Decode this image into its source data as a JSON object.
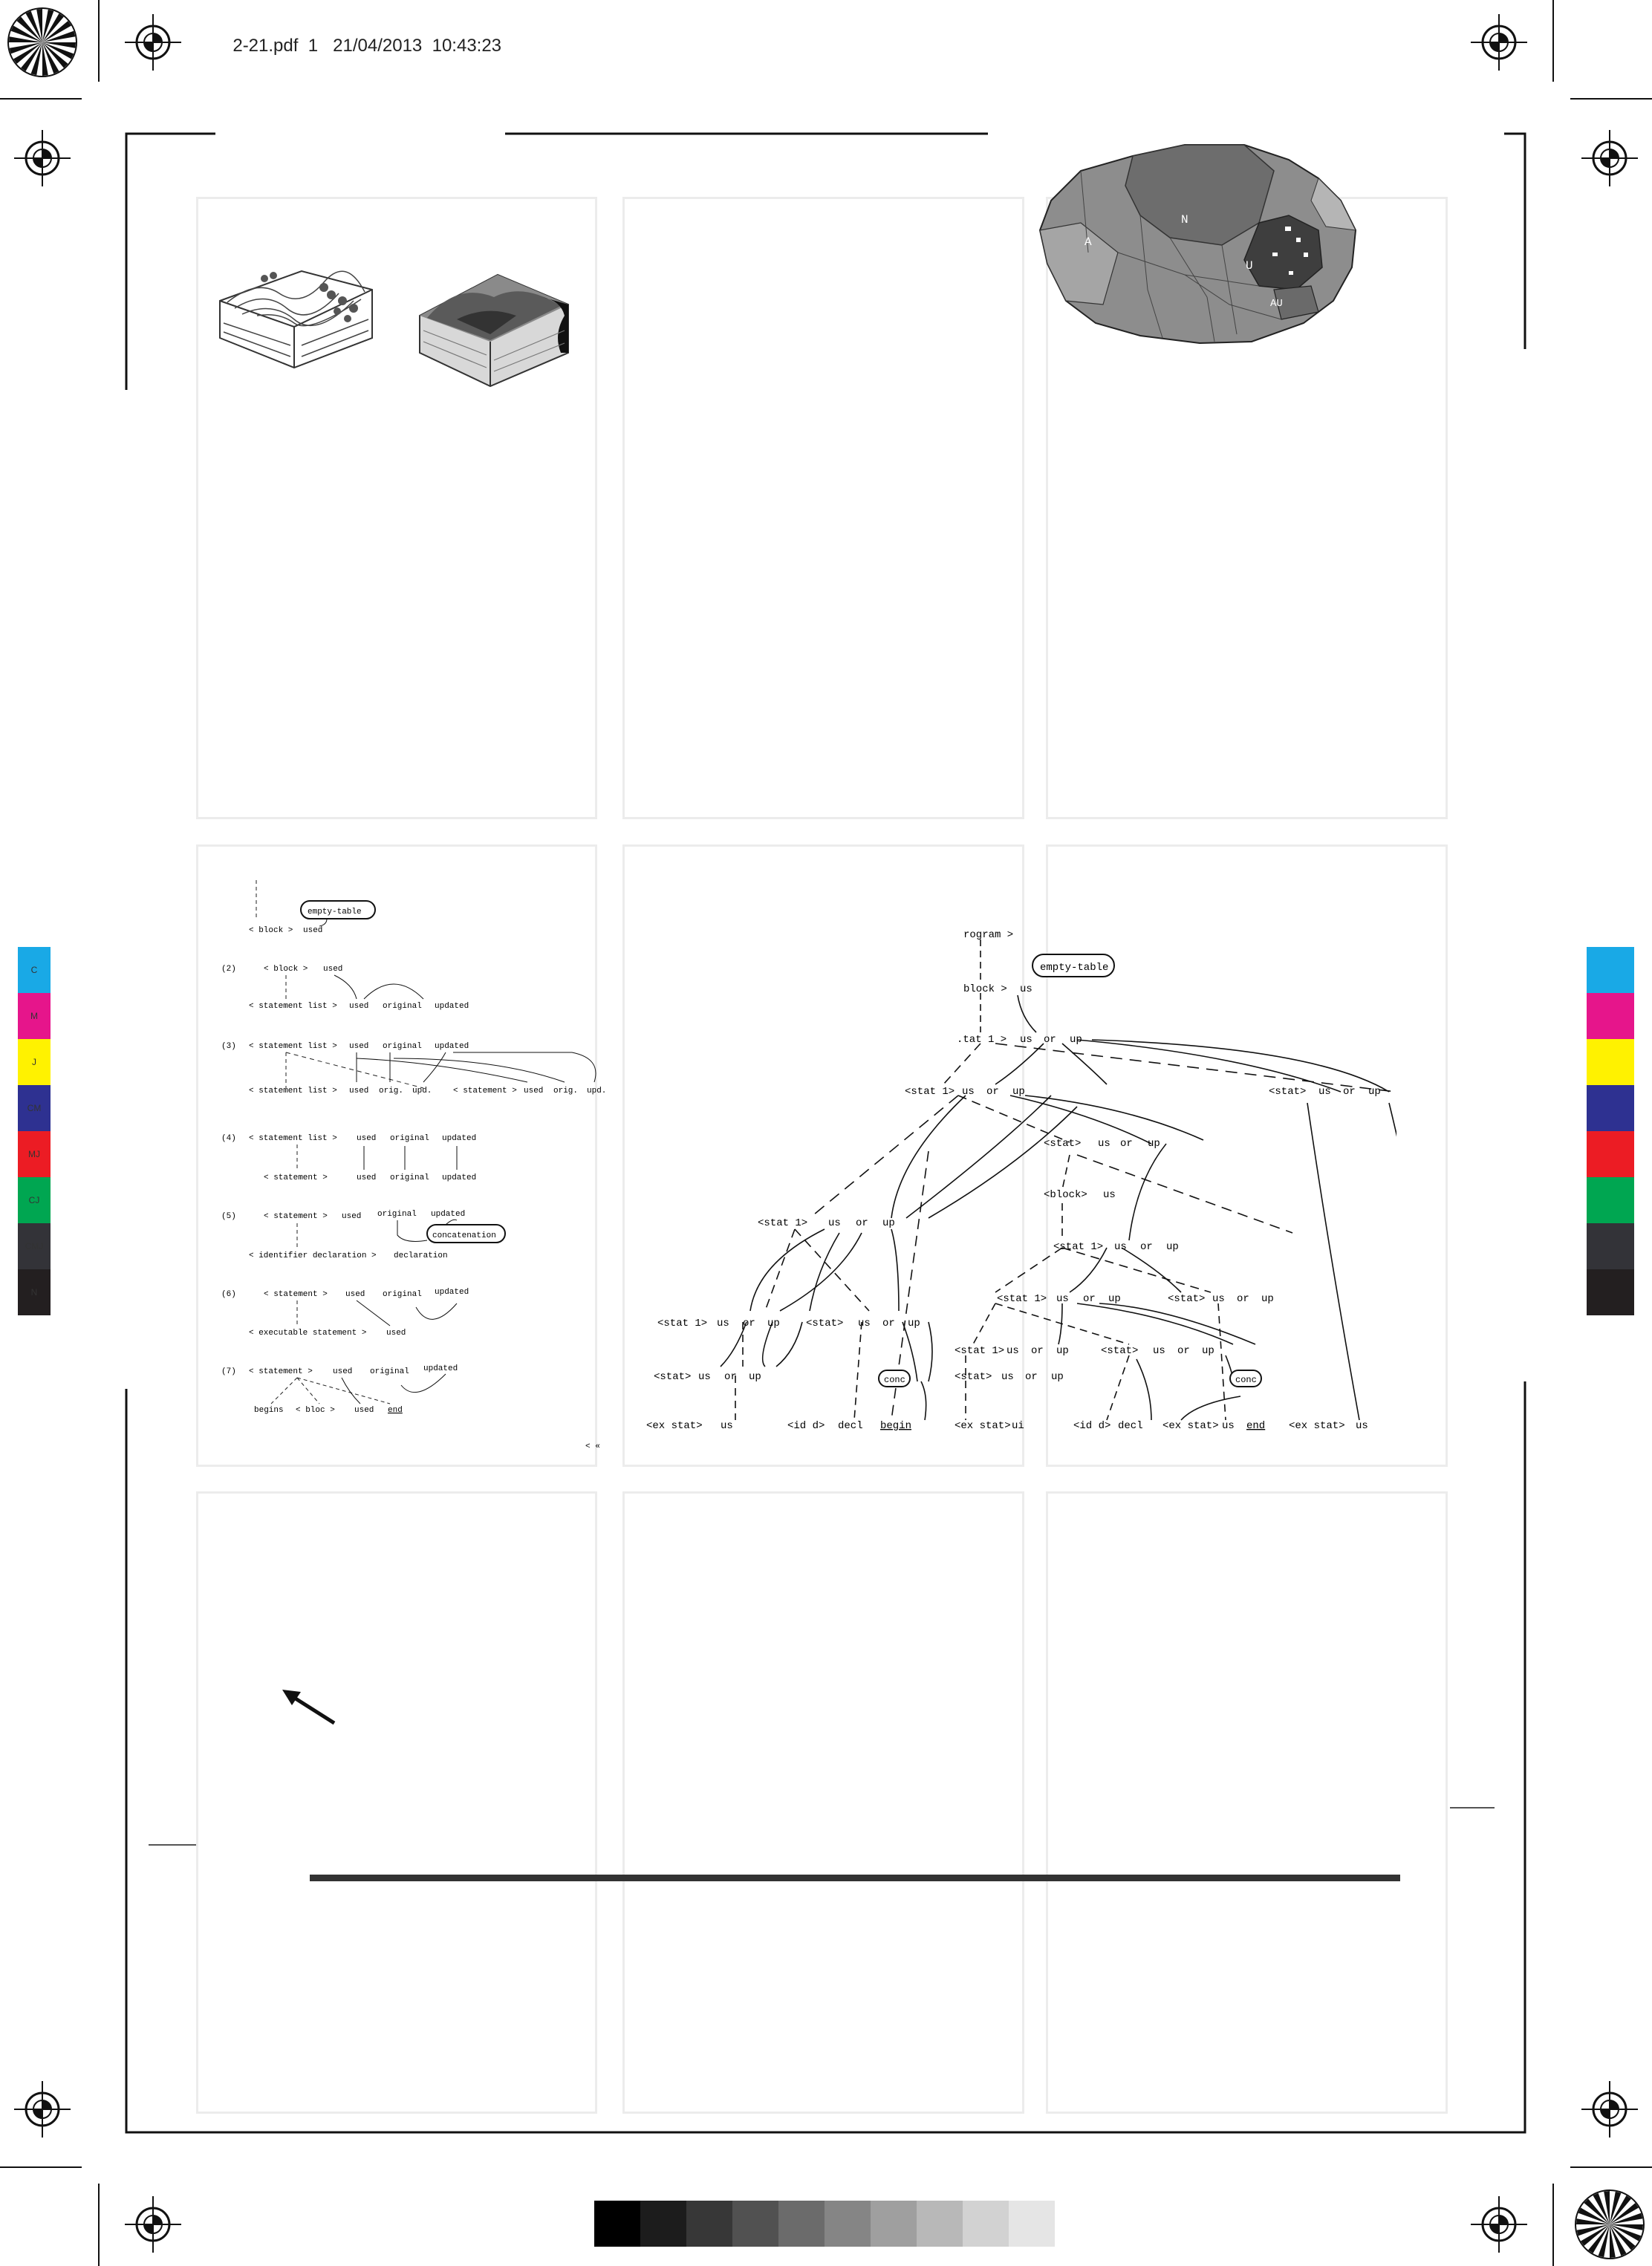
{
  "header": {
    "file_name": "2-21.pdf",
    "page_number": "1",
    "date": "21/04/2013",
    "time": "10:43:23"
  },
  "color_bars": {
    "left": [
      {
        "label": "C",
        "color": "#19a9e6"
      },
      {
        "label": "M",
        "color": "#e6158b"
      },
      {
        "label": "J",
        "color": "#fff200"
      },
      {
        "label": "CM",
        "color": "#2e3191"
      },
      {
        "label": "MJ",
        "color": "#ec1c24"
      },
      {
        "label": "CJ",
        "color": "#00a651"
      },
      {
        "label": "CMJ",
        "color": "#333338"
      },
      {
        "label": "N",
        "color": "#231f20"
      }
    ],
    "right_colors": [
      "#19a9e6",
      "#e6158b",
      "#fff200",
      "#2e3191",
      "#ec1c24",
      "#00a651",
      "#333338",
      "#231f20"
    ],
    "gray_ramp": [
      "#000000",
      "#1c1c1c",
      "#373737",
      "#515151",
      "#6b6b6b",
      "#858585",
      "#9f9f9f",
      "#b8b8b8",
      "#d2d2d2",
      "#e5e5e5"
    ]
  },
  "map": {
    "labels": [
      "N",
      "A",
      "U",
      "AU"
    ]
  },
  "grammar_figure": {
    "rows": [
      {
        "num": "",
        "lhs": "< block >",
        "attrs": [
          "used"
        ],
        "box": "empty-table"
      },
      {
        "num": "(2)",
        "top": "< block >",
        "top_attrs": [
          "used"
        ],
        "bottom": "< statement list >",
        "bottom_attrs": [
          "used",
          "original",
          "updated"
        ]
      },
      {
        "num": "(3)",
        "top": "< statement list >",
        "top_attrs": [
          "used",
          "original",
          "updated"
        ],
        "bottom": "< statement list >",
        "bottom_attrs": [
          "used",
          "orig.",
          "upd.",
          "< statement >",
          "used",
          "orig.",
          "upd."
        ]
      },
      {
        "num": "(4)",
        "top": "< statement list >",
        "top_attrs": [
          "used",
          "original",
          "updated"
        ],
        "bottom": "< statement >",
        "bottom_attrs": [
          "used",
          "original",
          "updated"
        ]
      },
      {
        "num": "(5)",
        "top": "< statement >",
        "top_attrs": [
          "used",
          "original",
          "updated"
        ],
        "box": "concatenation",
        "bottom": "< identifier declaration >",
        "bottom_attrs": [
          "declaration"
        ]
      },
      {
        "num": "(6)",
        "top": "< statement >",
        "top_attrs": [
          "used",
          "original",
          "updated"
        ],
        "bottom": "< executable statement >",
        "bottom_attrs": [
          "used"
        ]
      },
      {
        "num": "(7)",
        "top": "< statement >",
        "top_attrs": [
          "used",
          "original",
          "updated"
        ],
        "bottom_words": [
          "begins",
          "< bloc >",
          "used",
          "end"
        ]
      }
    ],
    "stray": "< «"
  },
  "tree_figure": {
    "program": "rogram >",
    "empty_table": "empty-table",
    "block_line": "block >",
    "us": "us",
    "or": "or",
    "up": "up",
    "stat1": "<stat 1>",
    "stat1_partial": ".tat 1 >",
    "stat": "<stat>",
    "block": "<block>",
    "ex_stat": "<ex stat>",
    "id_d": "<id d>",
    "decl": "decl",
    "begin": "begin",
    "end": "end",
    "conc": "conc",
    "ui": "ui"
  }
}
